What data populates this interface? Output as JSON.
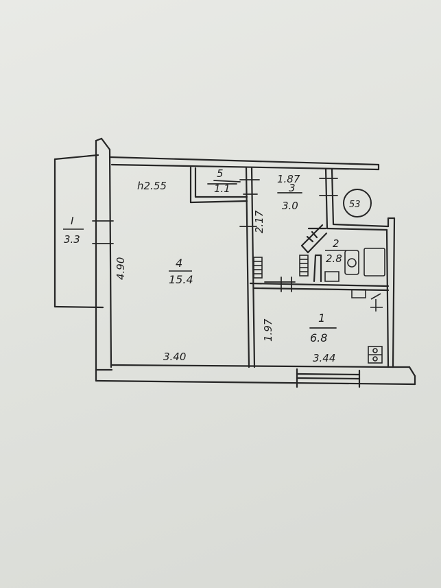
{
  "plan": {
    "balcony": {
      "number": "I",
      "area": "3.3"
    },
    "room_4": {
      "number": "4",
      "area": "15.4",
      "width": "3.40",
      "length": "4.90",
      "height": "h2.55"
    },
    "room_5": {
      "number": "5",
      "area": "1.1"
    },
    "room_3": {
      "number": "3",
      "area": "3.0",
      "dim_top": "1.87",
      "dim_side": "2.17"
    },
    "room_2": {
      "number": "2",
      "area": "2.8"
    },
    "room_1": {
      "number": "1",
      "area": "6.8",
      "width": "3.44",
      "length": "1.97"
    },
    "stamp": "53"
  }
}
